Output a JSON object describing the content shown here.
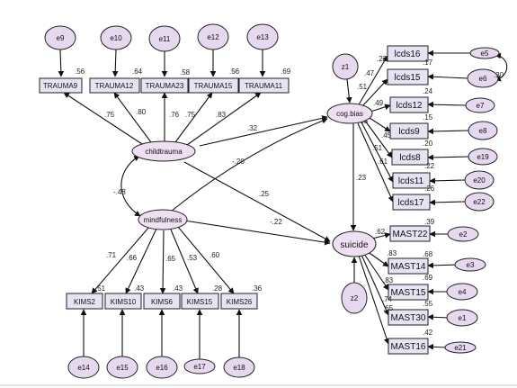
{
  "latents": {
    "childtrauma": "childtrauma",
    "mindfulness": "mindfulness",
    "cogbias": "cog.bias",
    "suicide": "suicide"
  },
  "disturbances": {
    "z1": "z1",
    "z2": "z2"
  },
  "trauma": {
    "indicators": [
      "TRAUMA9",
      "TRAUMA12",
      "TRAUMA23",
      "TRAUMA15",
      "TRAUMA11"
    ],
    "errors": [
      "e9",
      "e10",
      "e11",
      "e12",
      "e13"
    ],
    "loadings": [
      ".75",
      ".80",
      ".76",
      ".75",
      ".83"
    ],
    "r2": [
      ".56",
      ".64",
      ".58",
      ".56",
      ".69"
    ]
  },
  "kims": {
    "indicators": [
      "KIMS2",
      "KIMS10",
      "KIMS6",
      "KIMS15",
      "KIMS26"
    ],
    "errors": [
      "e14",
      "e15",
      "e16",
      "e17",
      "e18"
    ],
    "loadings": [
      ".71",
      ".66",
      ".65",
      ".53",
      ".60"
    ],
    "r2": [
      ".51",
      ".43",
      ".43",
      ".28",
      ".36"
    ]
  },
  "lcds": {
    "indicators": [
      "lcds16",
      "lcds15",
      "lcds12",
      "lcds9",
      "lcds8",
      "lcds11",
      "lcds17"
    ],
    "errors": [
      "e5",
      "e6",
      "e7",
      "e8",
      "e19",
      "e20",
      "e22"
    ],
    "loadings": [
      ".47",
      ".51",
      ".49",
      ".38",
      ".45",
      ".51",
      ".61"
    ],
    "r2": [
      ".22",
      ".17",
      ".24",
      ".15",
      ".20",
      ".22",
      ".26"
    ]
  },
  "mast": {
    "indicators": [
      "MAST22",
      "MAST14",
      "MAST15",
      "MAST30",
      "MAST16"
    ],
    "errors": [
      "e2",
      "e3",
      "e4",
      "e1",
      "e21"
    ],
    "loadings": [
      ".62",
      ".83",
      ".83",
      ".74",
      ".65"
    ],
    "r2": [
      ".39",
      ".68",
      ".69",
      ".55",
      ".42"
    ]
  },
  "structural": {
    "childtrauma_cogbias": ".32",
    "mindfulness_cogbias": "-.20",
    "childtrauma_suicide": ".25",
    "mindfulness_suicide": "-.22",
    "cogbias_suicide": ".23",
    "childtrauma_mindfulness": "-.48"
  },
  "residuals": {
    "e6_e5": ".30"
  },
  "colors": {
    "latent_fill": "#eee0f2",
    "error_fill": "#e6d8ee",
    "indicator_fill": "#e6e3f3"
  }
}
